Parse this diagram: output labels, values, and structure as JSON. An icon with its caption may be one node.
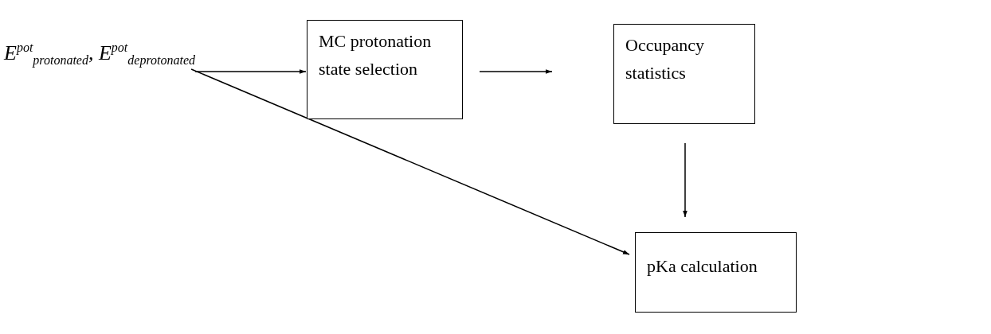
{
  "diagram": {
    "nodes": [
      {
        "text": [
          "E$^{pot}$$_{protonated}$, E$^{pot}$$_{deprotonated}$"
        ]
      },
      {
        "text": [
          "MC protonation state selection"
        ]
      },
      {
        "text": [
          "Occupancy statistics"
        ]
      },
      {
        "text": [
          "pKa calculation"
        ]
      }
    ],
    "edges": [
      {
        "from": 0,
        "to": 1,
        "arrow": "to"
      },
      {
        "from": 1,
        "to": 2,
        "arrow": "to"
      },
      {
        "from": 2,
        "to": 3,
        "arrow": "to"
      },
      {
        "from": 0,
        "to": 3,
        "arrow": "to"
      }
    ]
  }
}
